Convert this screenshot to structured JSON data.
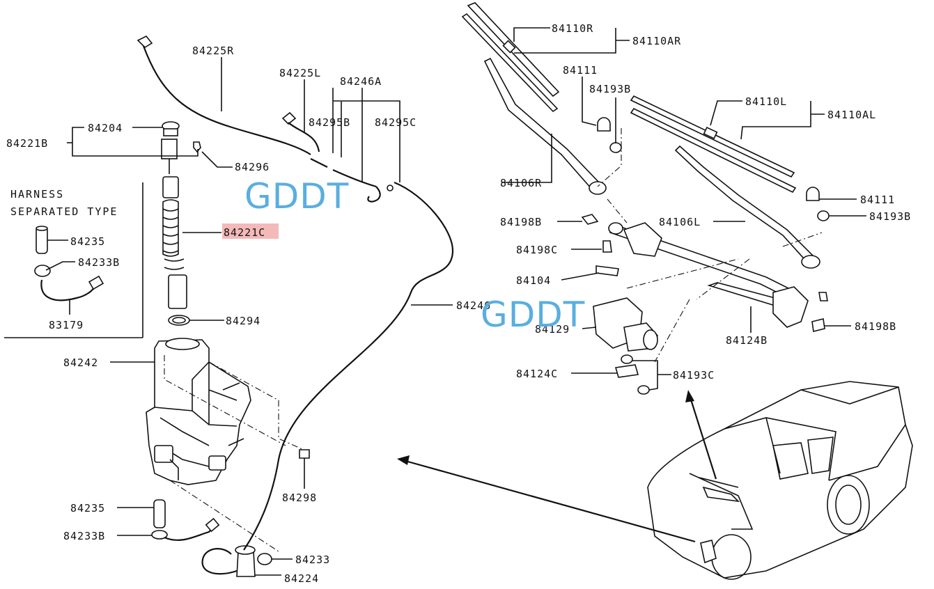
{
  "watermark": {
    "text": "GDDT",
    "color": "#5aaee0"
  },
  "highlight_color": "#f4b9b9",
  "inset": {
    "title_line1": "HARNESS",
    "title_line2": "SEPARATED TYPE"
  },
  "labels": {
    "p84225R": "84225R",
    "p84225L": "84225L",
    "p84246A": "84246A",
    "p84295B": "84295B",
    "p84295C": "84295C",
    "p84204": "84204",
    "p84221B": "84221B",
    "p84296": "84296",
    "p84221C": "84221C",
    "p84235_inset": "84235",
    "p84233B_inset": "84233B",
    "p83179": "83179",
    "p84294": "84294",
    "p84242": "84242",
    "p84246": "84246",
    "p84298": "84298",
    "p84235": "84235",
    "p84233B": "84233B",
    "p84233": "84233",
    "p84224": "84224",
    "p84110R": "84110R",
    "p84110AR": "84110AR",
    "p84111_top": "84111",
    "p84193B_top": "84193B",
    "p84110L": "84110L",
    "p84110AL": "84110AL",
    "p84106R": "84106R",
    "p84111_right": "84111",
    "p84198B_left": "84198B",
    "p84106L": "84106L",
    "p84193B_right": "84193B",
    "p84198C": "84198C",
    "p84104": "84104",
    "p84129": "84129",
    "p84124B": "84124B",
    "p84198B_right": "84198B",
    "p84124C": "84124C",
    "p84193C": "84193C"
  }
}
